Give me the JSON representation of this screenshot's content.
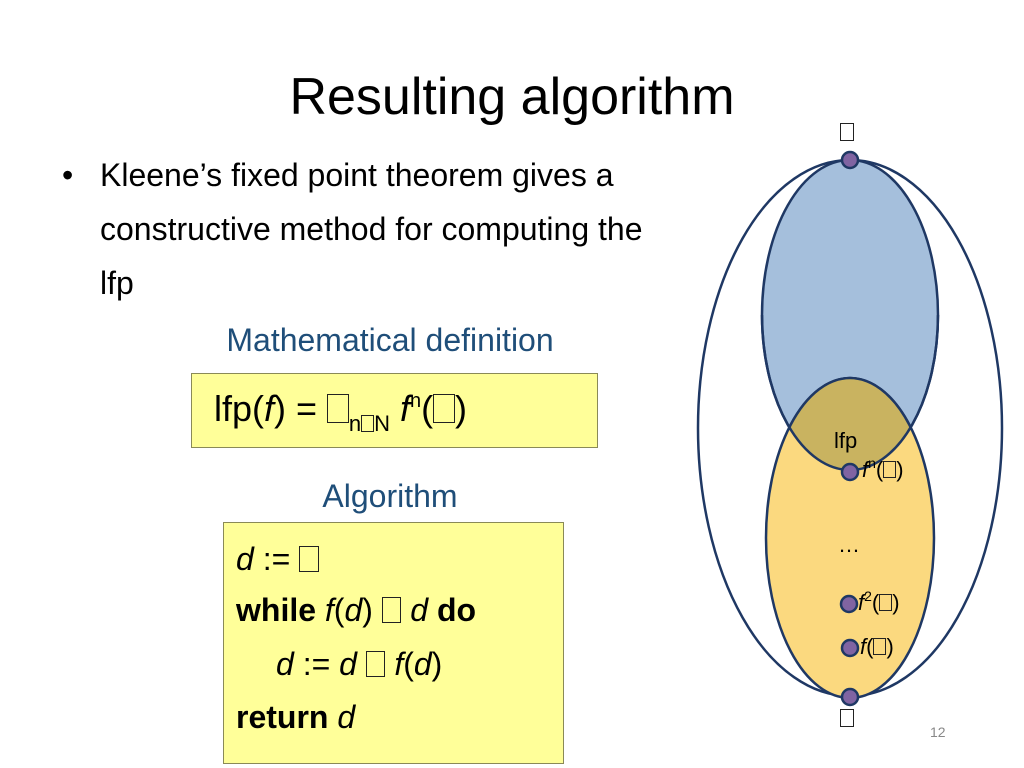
{
  "slide": {
    "title": "Resulting algorithm",
    "bullet": "Kleene’s fixed point theorem gives a constructive method for computing the lfp",
    "math_caption": "Mathematical definition",
    "algo_caption": "Algorithm",
    "formula": {
      "lhs": "lfp(",
      "f": "f",
      "eq": ") = ",
      "sub": "n",
      "sub_set": "N",
      "fn": "f",
      "sup": "n",
      "open": "(",
      "close": ")"
    },
    "algorithm": {
      "line1_var": "d",
      "line1_op": " := ",
      "line2_kw": "while",
      "line2_f": "f",
      "line2_d": "d",
      "line2_do": "do",
      "line3_d": "d",
      "line3_op": " := ",
      "line3_d2": "d",
      "line3_f": "f",
      "line3_d3": "d",
      "line4_kw": "return",
      "line4_d": "d"
    },
    "diagram": {
      "lfp_label": "lfp",
      "fn_label_f": "f",
      "fn_label_sup": "n",
      "dots_label": "…",
      "f2_label_f": "f",
      "f2_label_sup": "2",
      "f1_label_f": "f",
      "colors": {
        "outer_stroke": "#1f3864",
        "upper_fill": "#a5bfdc",
        "lower_fill": "#fbd97f",
        "overlap_fill": "#c9b360",
        "node_fill": "#8064a2"
      }
    },
    "page_number": "12"
  }
}
